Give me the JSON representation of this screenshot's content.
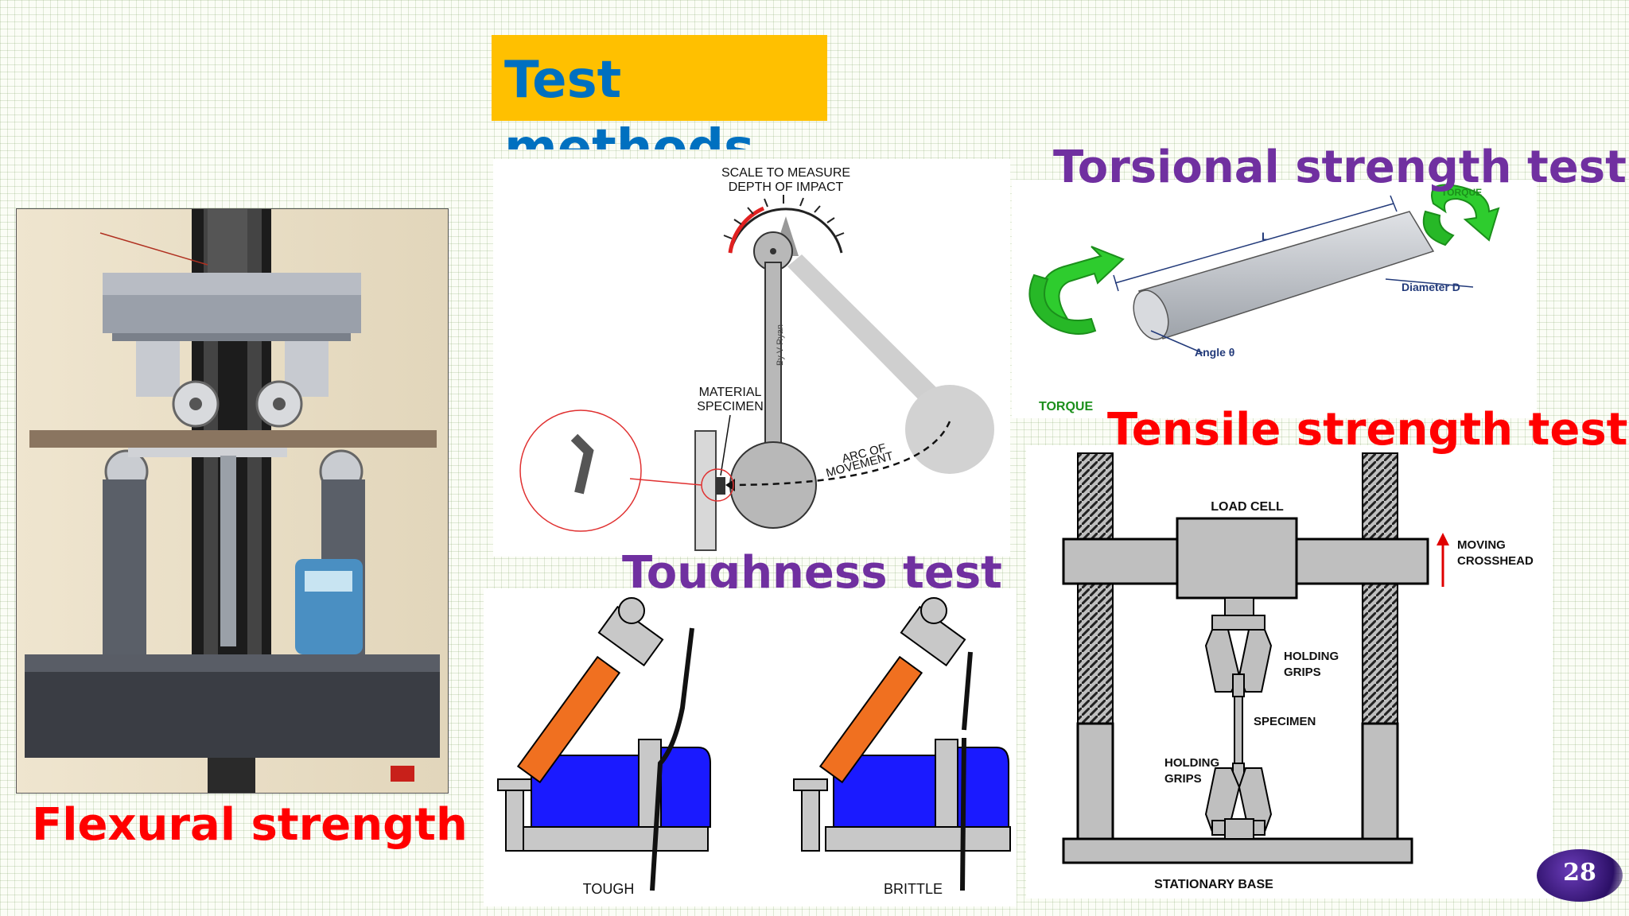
{
  "slide": {
    "title_line1": "Test",
    "title_line2": "methods",
    "page_number": "28"
  },
  "flexural": {
    "label": "Flexural strength test"
  },
  "toughness": {
    "label": "Toughness test",
    "scale_label_1": "SCALE TO MEASURE",
    "scale_label_2": "DEPTH OF IMPACT",
    "material_label_1": "MATERIAL",
    "material_label_2": "SPECIMEN",
    "arc_label_1": "ARC OF",
    "arc_label_2": "MOVEMENT",
    "credit": "By V Ryan",
    "tough_label": "TOUGH",
    "brittle_label": "BRITTLE"
  },
  "torsional": {
    "label": "Torsional strength test",
    "length_label": "L",
    "diameter_label": "Diameter D",
    "angle_label": "Angle θ",
    "torque_left": "TORQUE",
    "torque_right": "TORQUE"
  },
  "tensile": {
    "label": "Tensile strength test",
    "load_cell": "LOAD CELL",
    "moving_1": "MOVING",
    "moving_2": "CROSSHEAD",
    "grips_top_1": "HOLDING",
    "grips_top_2": "GRIPS",
    "specimen": "SPECIMEN",
    "grips_bottom_1": "HOLDING",
    "grips_bottom_2": "GRIPS",
    "base": "STATIONARY BASE"
  },
  "colors": {
    "title_bg": "#ffc000",
    "title_text": "#0070c0",
    "purple_label": "#7030a0",
    "red_label": "#ff0000",
    "hammer": "#f07020",
    "vise": "#1a1aff",
    "torque_arrow": "#2ecc2e"
  }
}
